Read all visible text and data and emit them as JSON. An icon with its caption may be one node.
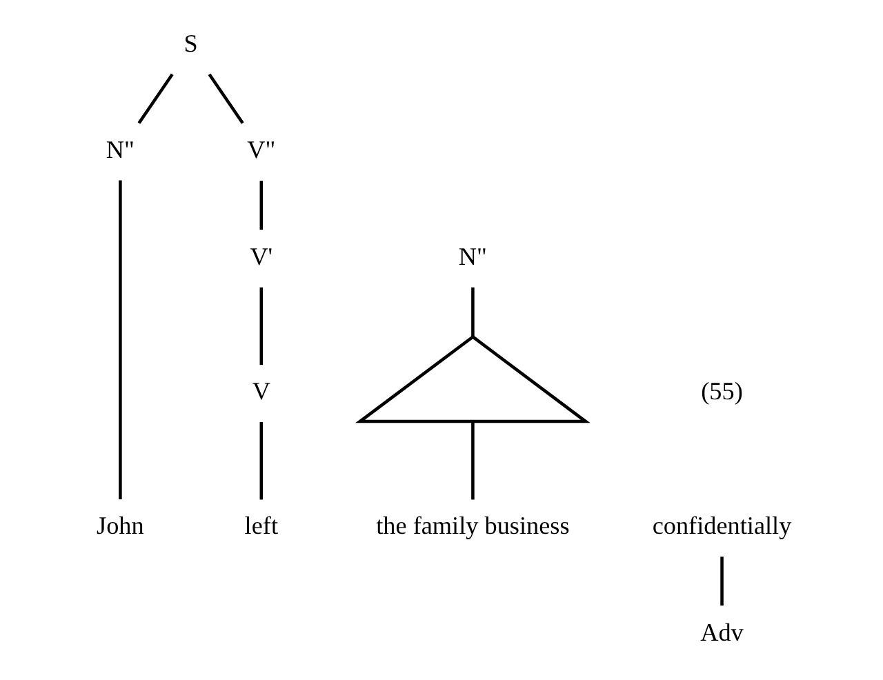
{
  "diagram": {
    "nodes": [
      {
        "text": [
          "S"
        ]
      },
      {
        "text": [
          "N\""
        ]
      },
      {
        "text": [
          "V\""
        ]
      },
      {
        "text": [
          "V'"
        ]
      },
      {
        "text": [
          "N\""
        ]
      },
      {
        "text": [
          "V"
        ]
      },
      {
        "text": [],
        "shape": "triangle"
      },
      {
        "text": [
          "confidentially"
        ]
      },
      {
        "text": [
          "John"
        ]
      },
      {
        "text": [
          "left"
        ]
      },
      {
        "text": [
          "the family business"
        ]
      },
      {
        "text": [
          "Adv"
        ]
      }
    ],
    "edges": [
      {
        "from": 0,
        "to": 1,
        "arrow": "none"
      },
      {
        "from": 0,
        "to": 2,
        "arrow": "none"
      },
      {
        "from": 2,
        "to": 3,
        "arrow": "none"
      },
      {
        "from": 3,
        "to": 5,
        "arrow": "none"
      },
      {
        "from": 4,
        "to": 6,
        "arrow": "none"
      },
      {
        "from": 1,
        "to": 8,
        "arrow": "none"
      },
      {
        "from": 5,
        "to": 9,
        "arrow": "none"
      },
      {
        "from": 6,
        "to": 10,
        "arrow": "none"
      },
      {
        "from": 7,
        "to": 11,
        "arrow": "none"
      }
    ],
    "labels": [
      "(55)"
    ]
  }
}
